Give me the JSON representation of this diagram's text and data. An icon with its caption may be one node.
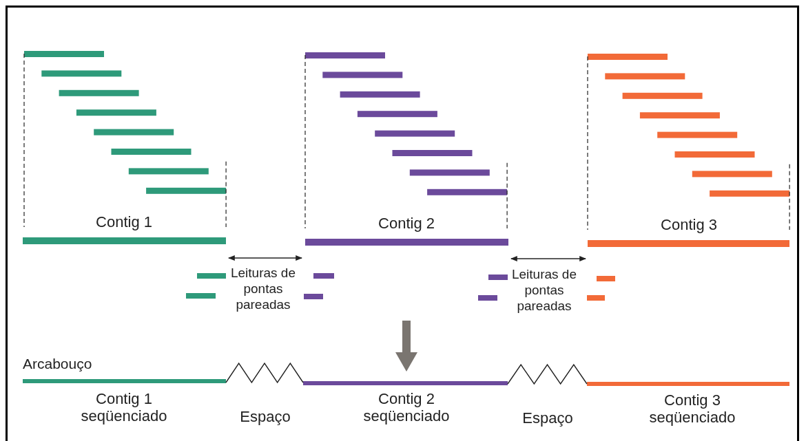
{
  "diagram": {
    "labels": [
      "Contig 1",
      "Contig 2",
      "Contig 3",
      "Leituras de pontas pareadas",
      "Leituras de pontas pareadas",
      "Arcabouço",
      "Contig 1 seqüenciado",
      "Espaço",
      "Contig 2 seqüenciado",
      "Espaço",
      "Contig 3 seqüenciado"
    ]
  }
}
